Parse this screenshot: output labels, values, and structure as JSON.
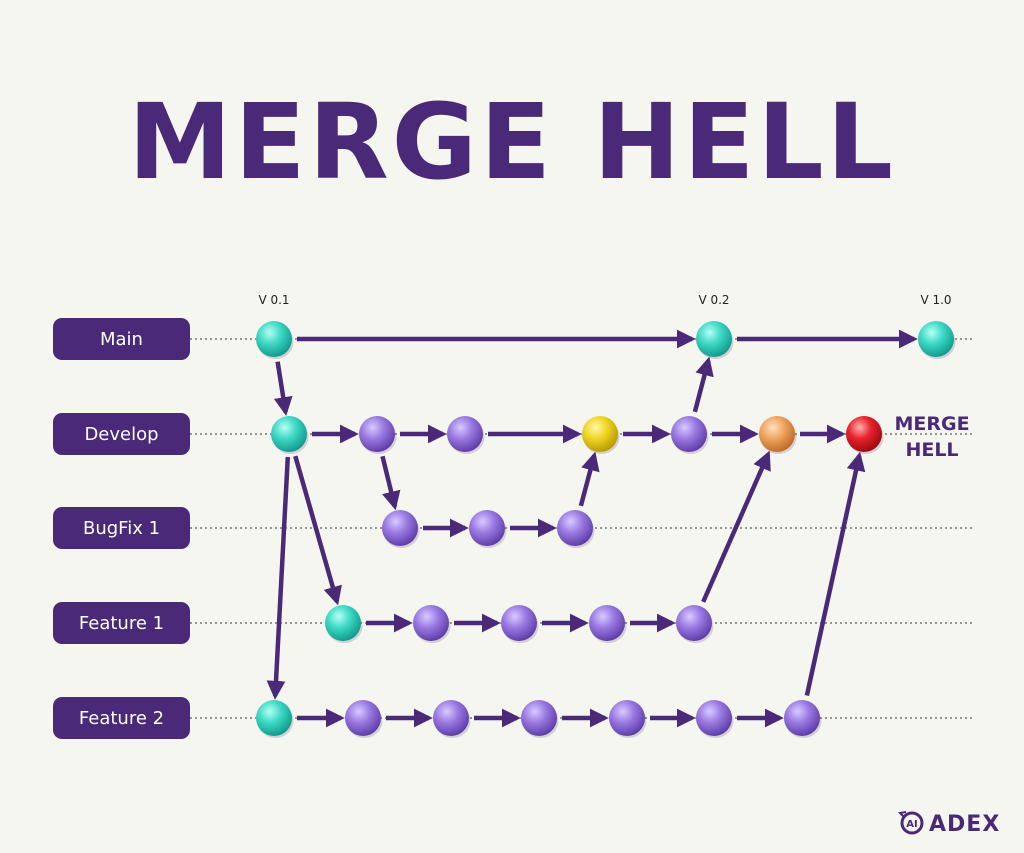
{
  "title": "MERGE HELL",
  "colors": {
    "purple_dark": "#4a2a78",
    "commit_purple": "#9b7be2",
    "commit_teal": "#3ed9c6",
    "commit_yellow": "#f0d624",
    "commit_orange": "#f0a560",
    "commit_red": "#e8232c",
    "background": "#f6f6f1"
  },
  "lanes": [
    {
      "id": "main",
      "label": "Main"
    },
    {
      "id": "develop",
      "label": "Develop"
    },
    {
      "id": "bugfix1",
      "label": "BugFix 1"
    },
    {
      "id": "feature1",
      "label": "Feature 1"
    },
    {
      "id": "feature2",
      "label": "Feature 2"
    }
  ],
  "versions": [
    {
      "commit": "m1",
      "label": "V 0.1"
    },
    {
      "commit": "m2",
      "label": "V 0.2"
    },
    {
      "commit": "m3",
      "label": "V 1.0"
    }
  ],
  "commits": [
    {
      "id": "m1",
      "lane": "main",
      "color": "teal"
    },
    {
      "id": "m2",
      "lane": "main",
      "color": "teal"
    },
    {
      "id": "m3",
      "lane": "main",
      "color": "teal"
    },
    {
      "id": "d1",
      "lane": "develop",
      "color": "teal"
    },
    {
      "id": "d2",
      "lane": "develop",
      "color": "purple"
    },
    {
      "id": "d3",
      "lane": "develop",
      "color": "purple"
    },
    {
      "id": "d4",
      "lane": "develop",
      "color": "yellow"
    },
    {
      "id": "d5",
      "lane": "develop",
      "color": "purple"
    },
    {
      "id": "d6",
      "lane": "develop",
      "color": "orange"
    },
    {
      "id": "d7",
      "lane": "develop",
      "color": "red"
    },
    {
      "id": "b1",
      "lane": "bugfix1",
      "color": "purple"
    },
    {
      "id": "b2",
      "lane": "bugfix1",
      "color": "purple"
    },
    {
      "id": "b3",
      "lane": "bugfix1",
      "color": "purple"
    },
    {
      "id": "f1",
      "lane": "feature1",
      "color": "teal"
    },
    {
      "id": "f2",
      "lane": "feature1",
      "color": "purple"
    },
    {
      "id": "f3",
      "lane": "feature1",
      "color": "purple"
    },
    {
      "id": "f4",
      "lane": "feature1",
      "color": "purple"
    },
    {
      "id": "f5",
      "lane": "feature1",
      "color": "purple"
    },
    {
      "id": "g1",
      "lane": "feature2",
      "color": "teal"
    },
    {
      "id": "g2",
      "lane": "feature2",
      "color": "purple"
    },
    {
      "id": "g3",
      "lane": "feature2",
      "color": "purple"
    },
    {
      "id": "g4",
      "lane": "feature2",
      "color": "purple"
    },
    {
      "id": "g5",
      "lane": "feature2",
      "color": "purple"
    },
    {
      "id": "g6",
      "lane": "feature2",
      "color": "purple"
    },
    {
      "id": "g7",
      "lane": "feature2",
      "color": "purple"
    }
  ],
  "edges": [
    [
      "m1",
      "m2"
    ],
    [
      "m2",
      "m3"
    ],
    [
      "m1",
      "d1"
    ],
    [
      "d1",
      "d2"
    ],
    [
      "d2",
      "d3"
    ],
    [
      "d3",
      "d4"
    ],
    [
      "d4",
      "d5"
    ],
    [
      "d5",
      "d6"
    ],
    [
      "d6",
      "d7"
    ],
    [
      "d5",
      "m2"
    ],
    [
      "d2",
      "b1"
    ],
    [
      "b1",
      "b2"
    ],
    [
      "b2",
      "b3"
    ],
    [
      "b3",
      "d4"
    ],
    [
      "d1",
      "f1"
    ],
    [
      "f1",
      "f2"
    ],
    [
      "f2",
      "f3"
    ],
    [
      "f3",
      "f4"
    ],
    [
      "f4",
      "f5"
    ],
    [
      "f5",
      "d6"
    ],
    [
      "d1",
      "g1"
    ],
    [
      "g1",
      "g2"
    ],
    [
      "g2",
      "g3"
    ],
    [
      "g3",
      "g4"
    ],
    [
      "g4",
      "g5"
    ],
    [
      "g5",
      "g6"
    ],
    [
      "g6",
      "g7"
    ],
    [
      "g7",
      "d7"
    ]
  ],
  "merge_hell_label": [
    "MERGE",
    "HELL"
  ],
  "brand": {
    "logo_text": "AI",
    "name": "ADEX"
  }
}
